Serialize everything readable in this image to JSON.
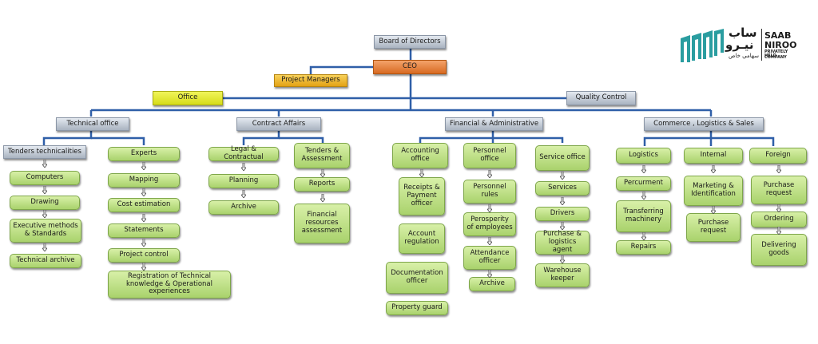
{
  "top": {
    "board": "Board of Directors",
    "ceo": "CEO",
    "project_managers": "Project Managers",
    "office": "Office",
    "quality_control": "Quality Control"
  },
  "departments": {
    "technical": {
      "title": "Technical office",
      "col1": [
        "Tenders technicalities",
        "Computers",
        "Drawing",
        "Executive methods & Standards",
        "Technical archive"
      ],
      "col2": [
        "Experts",
        "Mapping",
        "Cost estimation",
        "Statements",
        "Project control",
        "Registration of Technical knowledge & Operational experiences"
      ]
    },
    "contract": {
      "title": "Contract Affairs",
      "col1": [
        "Legal & Contractual",
        "Planning",
        "Archive"
      ],
      "col2": [
        "Tenders & Assessment",
        "Reports",
        "Financial resources assessment"
      ]
    },
    "financial": {
      "title": "Financial  &  Administrative",
      "col1": [
        "Accounting office",
        "Receipts & Payment officer",
        "Account regulation",
        "Documentation officer",
        "Property guard"
      ],
      "col2": [
        "Personnel office",
        "Personnel rules",
        "Perosperity of employees",
        "Attendance officer",
        "Archive"
      ],
      "col3": [
        "Service office",
        "Services",
        "Drivers",
        "Purchase & logistics agent",
        "Warehouse keeper"
      ]
    },
    "commerce": {
      "title": "Commerce ,  Logistics & Sales",
      "col1": [
        "Logistics",
        "Percurment",
        "Transferring machinery",
        "Repairs"
      ],
      "col2": [
        "Internal",
        "Marketing & Identification",
        "Purchase request"
      ],
      "col3": [
        "Foreign",
        "Purchase request",
        "Ordering",
        "Delivering goods"
      ]
    }
  },
  "logo": {
    "arabic_line1": "ساب",
    "arabic_line2": "نيـرو",
    "arabic_line3": "سهامي خاص",
    "english_line1": "SAAB",
    "english_line2": "NIROO",
    "english_line3": "PRIVATELY HELD",
    "english_line4": "COMPANY"
  },
  "colors": {
    "connector": "#2f5fa8",
    "arrow": "#444444",
    "logo_teal": "#2a9da0"
  }
}
